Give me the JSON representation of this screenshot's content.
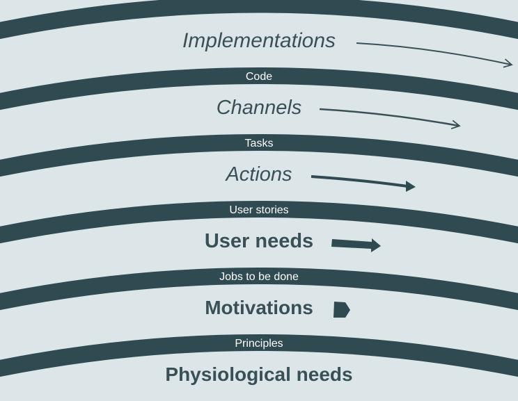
{
  "colors": {
    "background": "#dce6e8",
    "band": "#2f4a50",
    "text": "#3a5057",
    "band_text": "#ffffff"
  },
  "layers": [
    {
      "label": "Implementations",
      "style": "italic-light"
    },
    {
      "label": "Channels",
      "style": "italic-light"
    },
    {
      "label": "Actions",
      "style": "italic-regular"
    },
    {
      "label": "User needs",
      "style": "semibold"
    },
    {
      "label": "Motivations",
      "style": "semibold"
    },
    {
      "label": "Physiological needs",
      "style": "bold"
    }
  ],
  "bands": [
    {
      "label": "Code"
    },
    {
      "label": "Tasks"
    },
    {
      "label": "User stories"
    },
    {
      "label": "Jobs to be done"
    },
    {
      "label": "Principles"
    }
  ]
}
